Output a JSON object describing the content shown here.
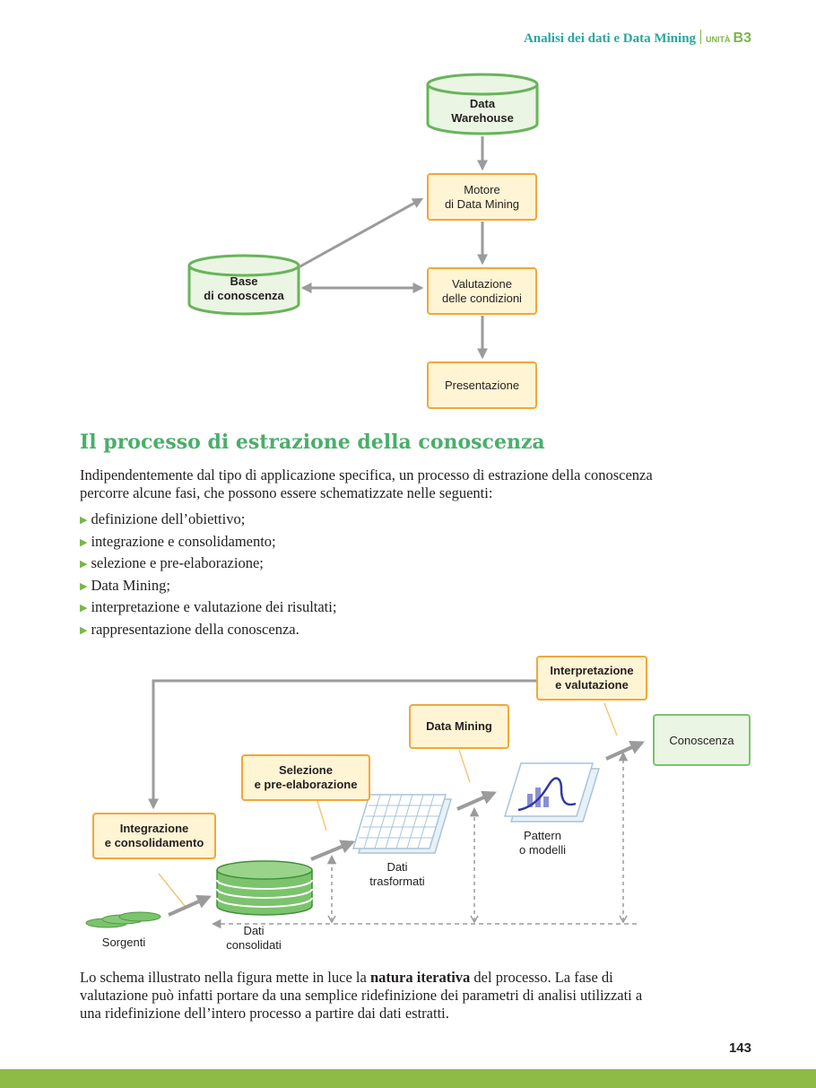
{
  "header": {
    "chapter_title": "Analisi dei dati e Data Mining",
    "unit_label": "UNITÀ",
    "unit_code": "B3"
  },
  "diagram1": {
    "data_warehouse": "Data\nWarehouse",
    "motore": "Motore\ndi Data Mining",
    "base_conoscenza": "Base\ndi conoscenza",
    "valutazione": "Valutazione\ndelle condizioni",
    "presentazione": "Presentazione"
  },
  "section": {
    "title": "Il processo di estrazione della conoscenza",
    "intro": "Indipendentemente dal tipo di applicazione specifica, un processo di estrazione della conoscenza percorre alcune fasi, che possono essere schematizzate nelle seguenti:",
    "bullets": [
      "definizione dell’obiettivo;",
      "integrazione e consolidamento;",
      "selezione e pre-elaborazione;",
      "Data Mining;",
      "interpretazione e valutazione dei risultati;",
      "rappresentazione della conoscenza."
    ]
  },
  "diagram2": {
    "interpretazione": "Interpretazione\ne valutazione",
    "data_mining": "Data Mining",
    "selezione": "Selezione\ne pre-elaborazione",
    "integrazione": "Integrazione\ne consolidamento",
    "conoscenza": "Conoscenza",
    "pattern": "Pattern\no modelli",
    "dati_trasformati": "Dati\ntrasformati",
    "dati_consolidati": "Dati\nconsolidati",
    "sorgenti": "Sorgenti"
  },
  "closing": {
    "text_before": "Lo schema illustrato nella figura mette in luce la ",
    "bold": "natura iterativa",
    "text_after": " del processo. La fase di valutazione può infatti portare da una semplice ridefinizione dei parametri di analisi utilizzati a una ridefinizione dell’intero processo a partire dai dati estratti."
  },
  "page_number": "143",
  "colors": {
    "accent_teal": "#2aa6a0",
    "accent_green": "#7ab648",
    "title_green": "#4bae6b",
    "orange_border": "#f0a83a",
    "orange_fill": "#fff4d4",
    "green_border": "#7cc36d",
    "green_fill": "#eaf6e3",
    "arrow_gray": "#9b9b9b"
  }
}
